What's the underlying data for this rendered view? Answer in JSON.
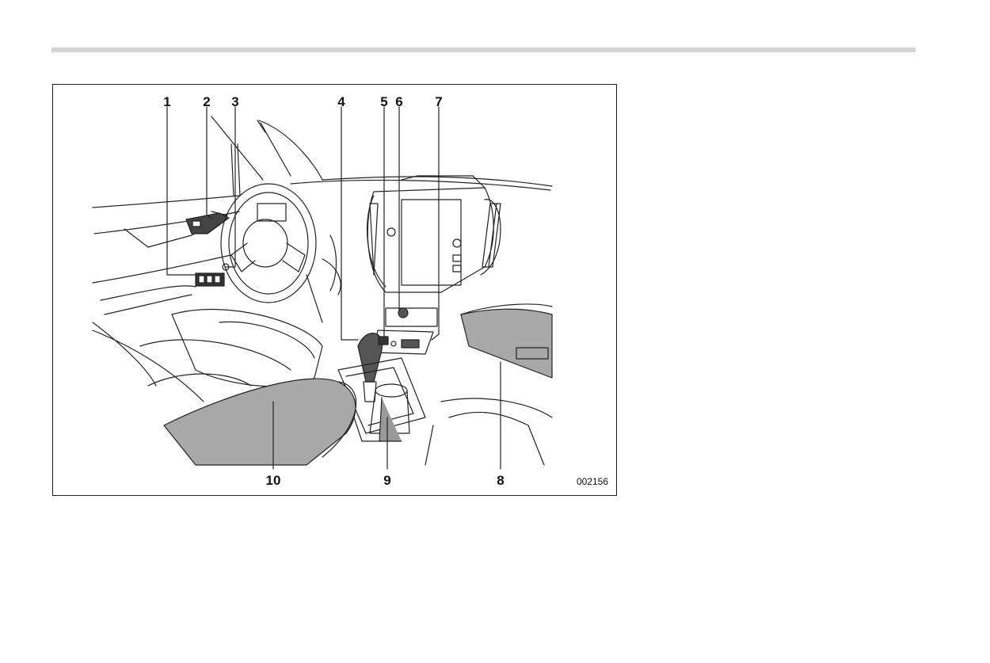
{
  "figure": {
    "id_label": "002156",
    "callouts": [
      "1",
      "2",
      "3",
      "4",
      "5",
      "6",
      "7",
      "8",
      "9",
      "10"
    ]
  },
  "colors": {
    "rule": "#d3d3d3",
    "line": "#222222",
    "shade": "#a8a8a8"
  }
}
